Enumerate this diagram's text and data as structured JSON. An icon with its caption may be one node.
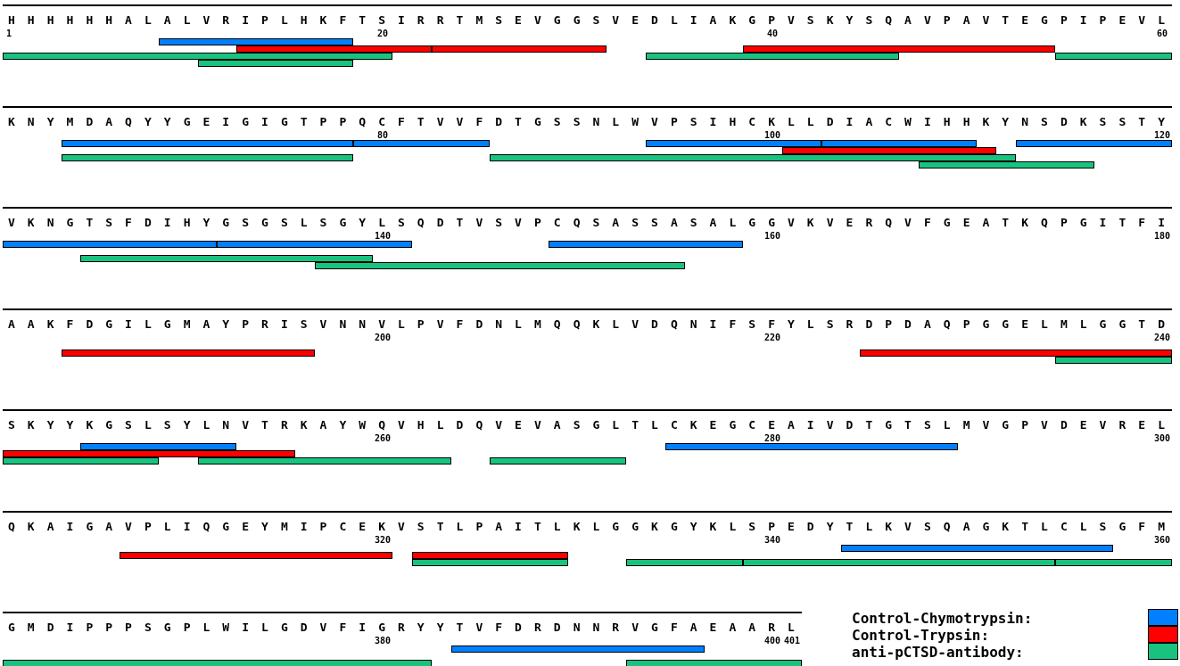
{
  "diagram": {
    "labels": [
      "HHHHHHALALVRIPLHKFTSIRRTMSEVGGSVEDLIAKGPVSKYSQAVPAVTEGPIPEVL",
      "1",
      "20",
      "40",
      "60",
      "KNYMDAQYYGEIGIGTPPQCFTVVFDTGSSNLWVPSIHCKLLDIACWIHHKYNSDKSSTY",
      "80",
      "100",
      "120",
      "VKNGTSFDIHYGSGSLSGYLSQDTVSVPCQSASSASALGGVKVERQVFGEATKQPGITFI",
      "140",
      "160",
      "180",
      "AAKFDGILGMAYPRISVNNVLPVFDNLMQQKLVDQNIFSFYLSRDPDAQPGGELMLGGTD",
      "200",
      "220",
      "240",
      "SKYYKGSLSYLNVTRKAYWQVHLDQVEVASGLTLCKEGCEAIVDTGTSLMVGPVDEVREL",
      "260",
      "280",
      "300",
      "QKAIGAVPLIQGEYMIPCEKVSTLPAITLKLGGKGYKLSPEDYTLKVSQAGKTLCLSGFM",
      "320",
      "340",
      "360",
      "GMDIPPPSGPLWILGDVFIGRYYTVFDRDNNRVGFAEAARL",
      "380",
      "400",
      "401"
    ],
    "legend": [
      {
        "text": "Control-Chymotrypsin:",
        "color": "#0080ff"
      },
      {
        "text": "Control-Trypsin:",
        "color": "#ff0000"
      },
      {
        "text": "anti-pCTSD-antibody:",
        "color": "#19c37f"
      }
    ]
  }
}
